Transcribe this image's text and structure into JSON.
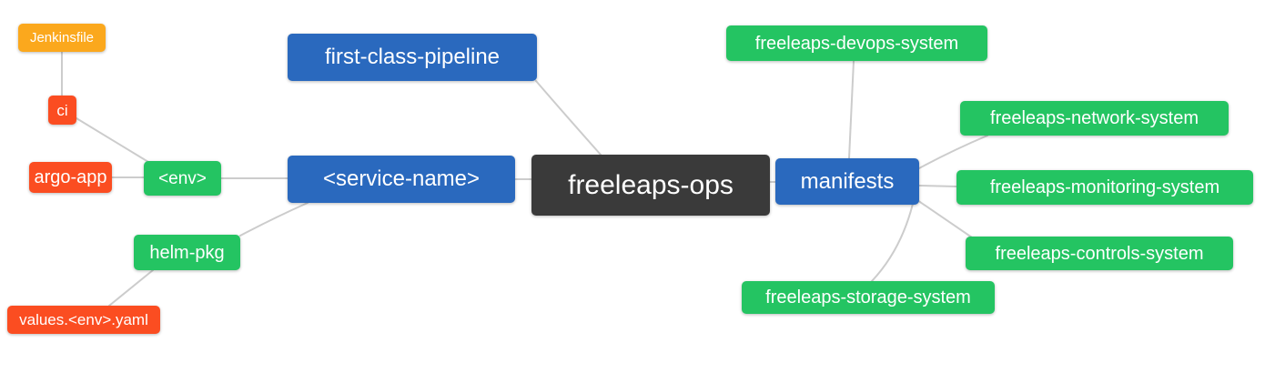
{
  "diagram": {
    "type": "mindmap",
    "title": "freeleaps-ops repository structure mind map",
    "palette": {
      "blue": "#2A69BE",
      "green": "#24C462",
      "red": "#FB4D21",
      "orange": "#FBA81D",
      "dark": "#3A3A3A",
      "edge": "#CCCCCC",
      "text": "#FFFFFF",
      "background": "#FFFFFF"
    },
    "nodes": [
      {
        "id": "jenkinsfile",
        "label": "Jenkinsfile",
        "color": "orange"
      },
      {
        "id": "ci",
        "label": "ci",
        "color": "red"
      },
      {
        "id": "argo-app",
        "label": "argo-app",
        "color": "red"
      },
      {
        "id": "env",
        "label": "<env>",
        "color": "green"
      },
      {
        "id": "service-name",
        "label": "<service-name>",
        "color": "blue"
      },
      {
        "id": "first-class-pipeline",
        "label": "first-class-pipeline",
        "color": "blue"
      },
      {
        "id": "root",
        "label": "freeleaps-ops",
        "color": "dark"
      },
      {
        "id": "manifests",
        "label": "manifests",
        "color": "blue"
      },
      {
        "id": "devops-system",
        "label": "freeleaps-devops-system",
        "color": "green"
      },
      {
        "id": "network-system",
        "label": "freeleaps-network-system",
        "color": "green"
      },
      {
        "id": "monitoring-system",
        "label": "freeleaps-monitoring-system",
        "color": "green"
      },
      {
        "id": "controls-system",
        "label": "freeleaps-controls-system",
        "color": "green"
      },
      {
        "id": "storage-system",
        "label": "freeleaps-storage-system",
        "color": "green"
      },
      {
        "id": "helm-pkg",
        "label": "helm-pkg",
        "color": "green"
      },
      {
        "id": "values-env-yaml",
        "label": "values.<env>.yaml",
        "color": "red"
      }
    ],
    "edges": [
      {
        "from": "jenkinsfile",
        "to": "ci"
      },
      {
        "from": "ci",
        "to": "env"
      },
      {
        "from": "argo-app",
        "to": "env"
      },
      {
        "from": "env",
        "to": "service-name"
      },
      {
        "from": "service-name",
        "to": "root"
      },
      {
        "from": "first-class-pipeline",
        "to": "root"
      },
      {
        "from": "helm-pkg",
        "to": "service-name"
      },
      {
        "from": "values-env-yaml",
        "to": "helm-pkg"
      },
      {
        "from": "root",
        "to": "manifests"
      },
      {
        "from": "manifests",
        "to": "devops-system"
      },
      {
        "from": "manifests",
        "to": "network-system"
      },
      {
        "from": "manifests",
        "to": "monitoring-system"
      },
      {
        "from": "manifests",
        "to": "controls-system"
      },
      {
        "from": "manifests",
        "to": "storage-system"
      }
    ]
  }
}
